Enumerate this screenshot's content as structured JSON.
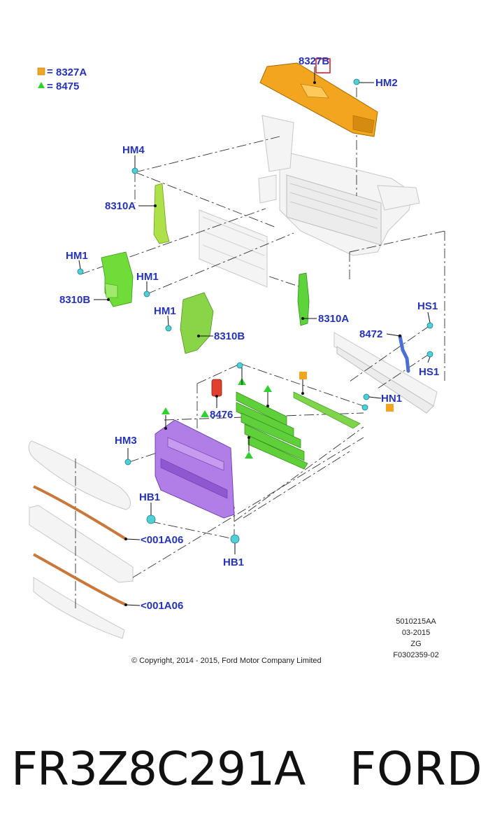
{
  "legend": [
    {
      "symbol": "square",
      "color": "#f2a51f",
      "label": "8327A"
    },
    {
      "symbol": "triangle",
      "color": "#2fd12f",
      "label": "8475"
    }
  ],
  "callouts": {
    "c8327b": "8327B",
    "hm2": "HM2",
    "hm4": "HM4",
    "c8310a_left": "8310A",
    "hm1_a": "HM1",
    "hm1_b": "HM1",
    "c8310b_left": "8310B",
    "hm1_c": "HM1",
    "c8310b_mid": "8310B",
    "c8310a_right": "8310A",
    "hs1_top": "HS1",
    "c8472": "8472",
    "hs1_bottom": "HS1",
    "hn1": "HN1",
    "c8476": "8476",
    "hm3": "HM3",
    "hb1_left": "HB1",
    "a06_top": "<001A06",
    "hb1_bottom": "HB1",
    "a06_bottom": "<001A06"
  },
  "colors": {
    "callout_text": "#2433b8",
    "orange_part": "#f2a51f",
    "green_part": "#7dd63a",
    "purple_part": "#a86fe0",
    "red_part": "#e0412f",
    "blue_part": "#4b6fd6",
    "copper_part": "#c9783a",
    "fastener": "#4fd0d6",
    "highlight_box": "#e0202a"
  },
  "meta": {
    "drawing_no": "5010215AA",
    "date": "03-2015",
    "code": "ZG",
    "ref": "F0302359-02"
  },
  "copyright": "© Copyright, 2014 - 2015, Ford Motor Company Limited",
  "footer": {
    "part_number": "FR3Z8C291A",
    "brand": "FORD"
  }
}
